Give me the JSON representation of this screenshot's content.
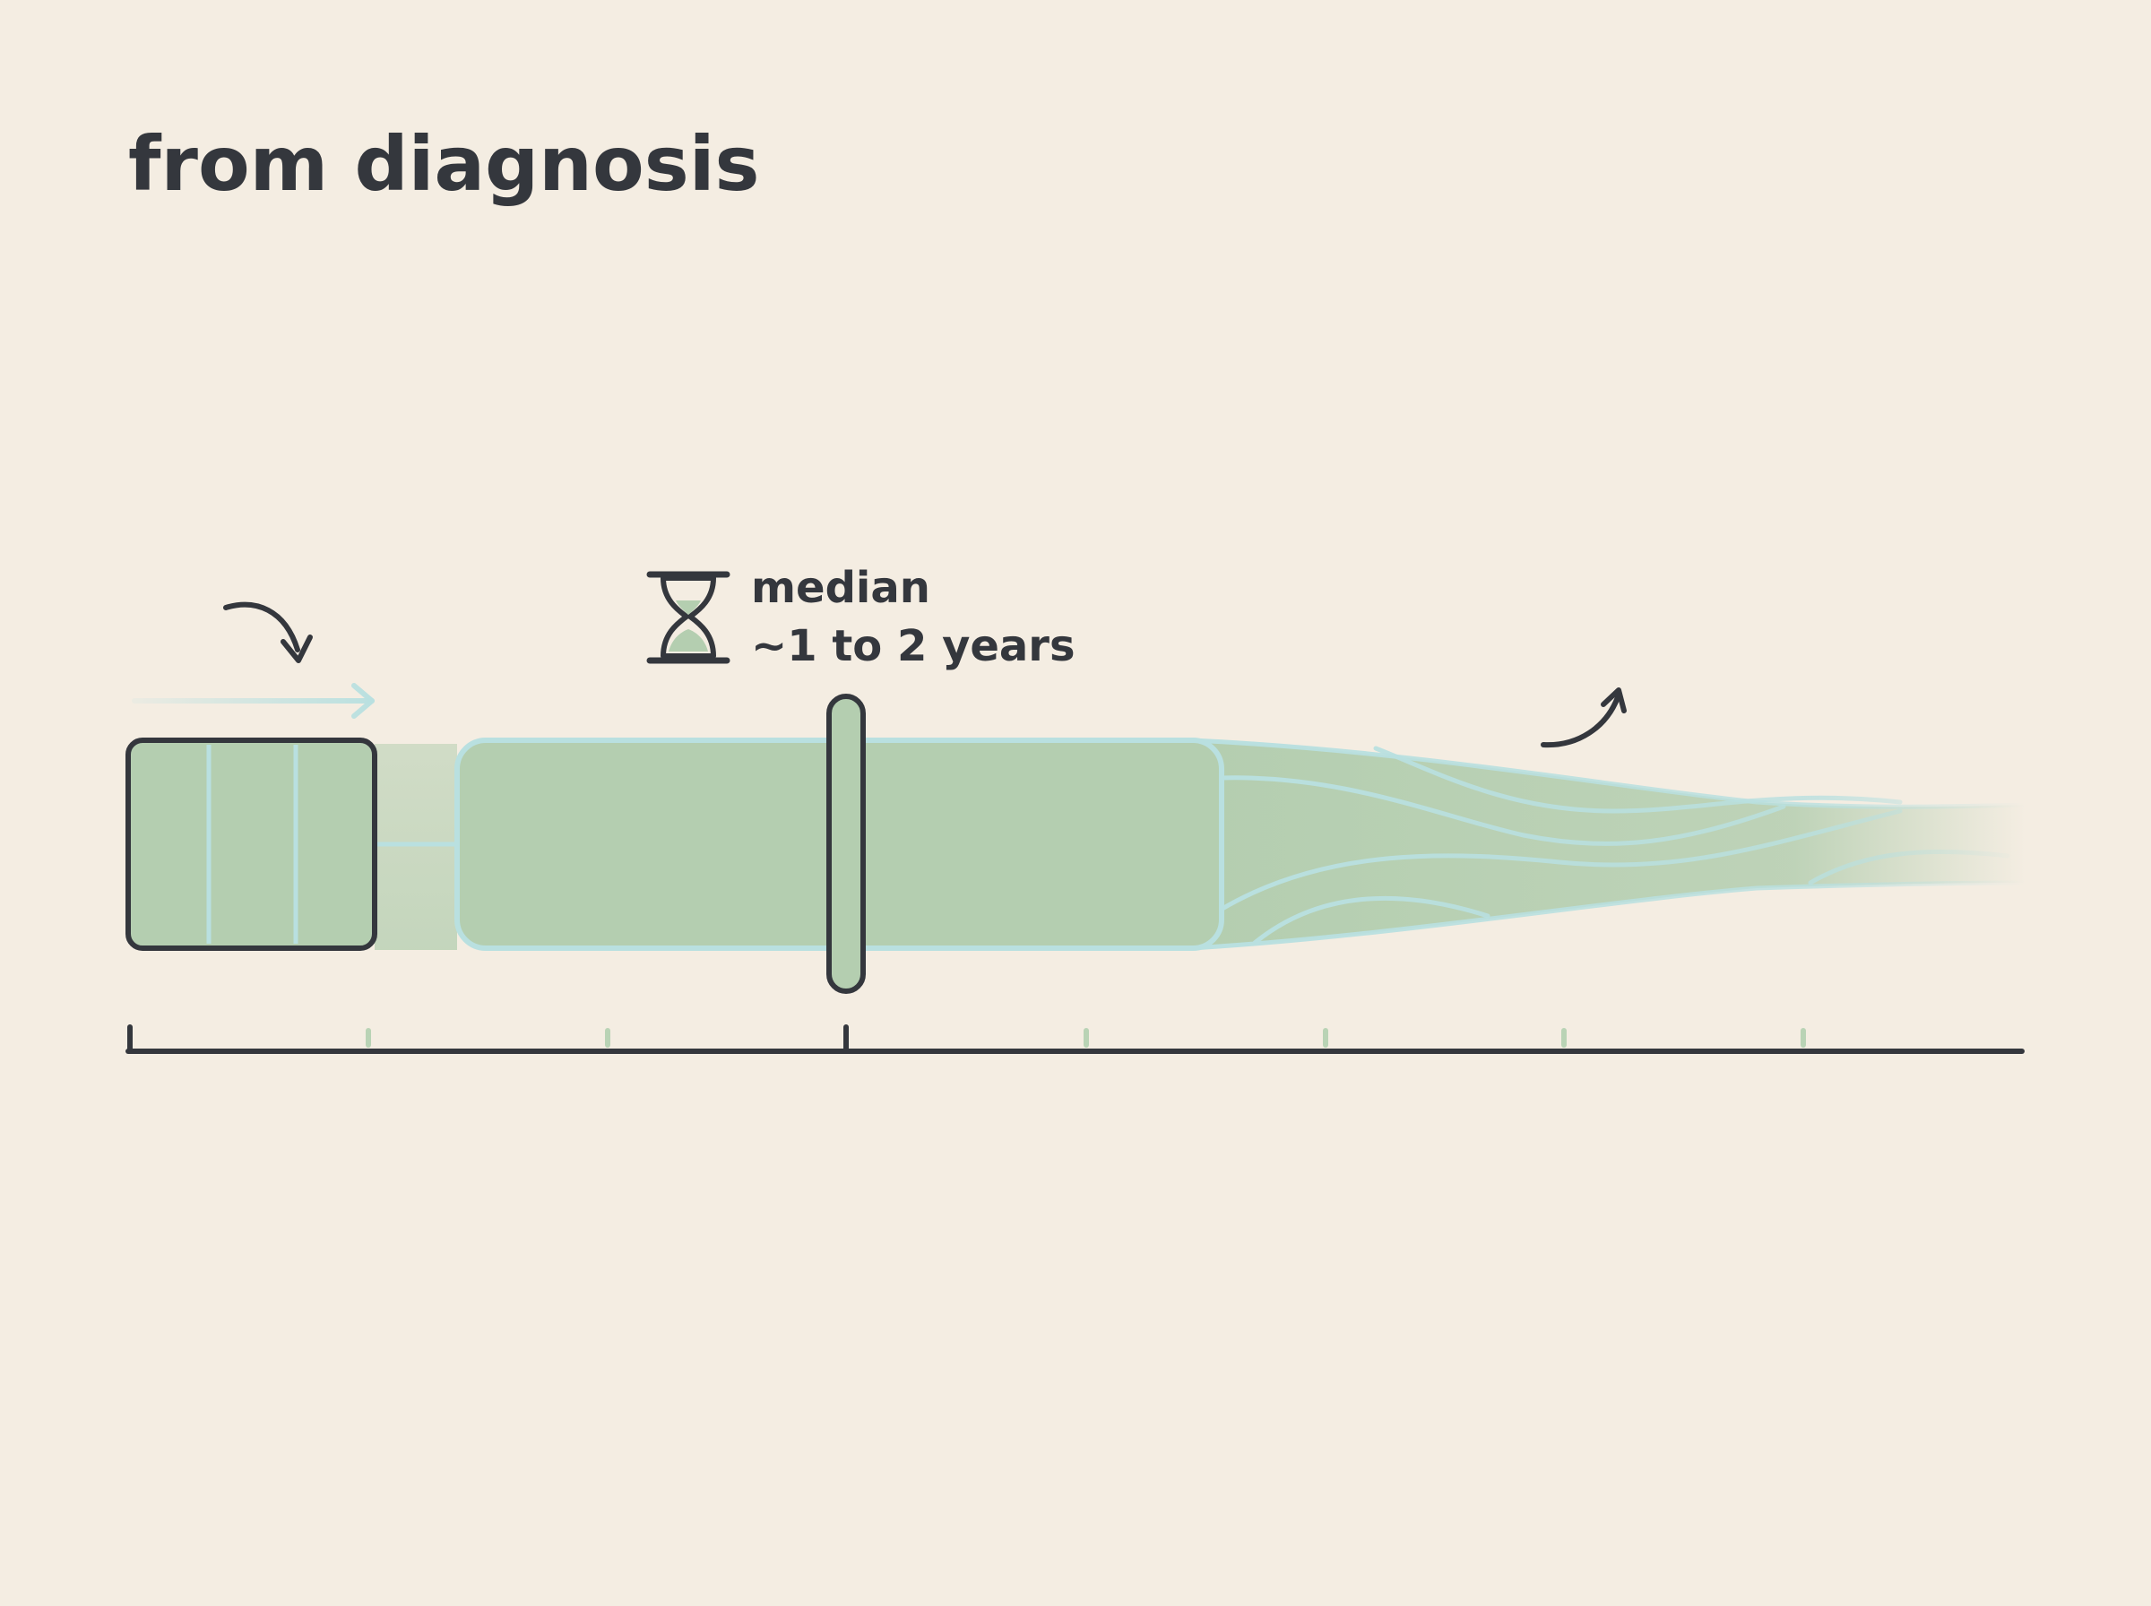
{
  "title": "from diagnosis",
  "median": {
    "line1": "median",
    "line2": "~1 to 2 years",
    "icon": "hourglass-icon"
  },
  "colors": {
    "background": "#f4ede2",
    "band_fill": "#b4ceb0",
    "band_outline": "#b9e0e0",
    "ink": "#34373d",
    "minor_tick": "#b9d3b5"
  },
  "icons": [
    "curved-arrow-down-right-icon",
    "arrow-right-icon",
    "hourglass-icon",
    "curved-arrow-up-right-icon"
  ]
}
